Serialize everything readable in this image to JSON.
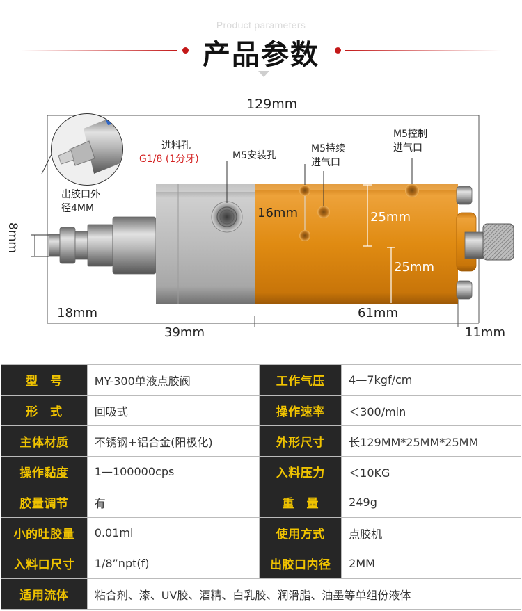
{
  "header": {
    "subtitle": "Product parameters",
    "title": "产品参数"
  },
  "diagram": {
    "dims": {
      "total_length": "129mm",
      "height_8": "8mm",
      "d_16": "16mm",
      "d_25_top": "25mm",
      "d_25_bottom": "25mm",
      "d_18": "18mm",
      "d_61": "61mm",
      "d_39": "39mm",
      "d_11": "11mm"
    },
    "labels": {
      "inlet_hole": "进料孔",
      "inlet_thread": "G1/8 (1分牙)",
      "mount_hole": "M5安装孔",
      "continuous_air_1": "M5持续",
      "continuous_air_2": "进气口",
      "control_air_1": "M5控制",
      "control_air_2": "进气口",
      "outlet_1": "出胶口外",
      "outlet_2": "径4MM"
    },
    "colors": {
      "steel": "#b9b9b9",
      "anodized": "#e08b12"
    }
  },
  "specs": {
    "rows": [
      {
        "l1": "型　号",
        "v1": "MY-300单液点胶阀",
        "l2": "工作气压",
        "v2": "4—7kgf/cm"
      },
      {
        "l1": "形　式",
        "v1": "回吸式",
        "l2": "操作速率",
        "v2": "＜300/min"
      },
      {
        "l1": "主体材质",
        "v1": "不锈钢+铝合金(阳极化)",
        "l2": "外形尺寸",
        "v2": "长129MM*25MM*25MM"
      },
      {
        "l1": "操作黏度",
        "v1": "1—100000cps",
        "l2": "入料压力",
        "v2": "＜10KG"
      },
      {
        "l1": "胶量调节",
        "v1": "有",
        "l2": "重　量",
        "v2": "249g"
      },
      {
        "l1": "小的吐胶量",
        "v1": "0.01ml",
        "l2": "使用方式",
        "v2": "点胶机"
      },
      {
        "l1": "入料口尺寸",
        "v1": "1/8”npt(f)",
        "l2": "出胶口内径",
        "v2": "2MM"
      }
    ],
    "last": {
      "l": "适用流体",
      "v": "粘合剂、漆、UV胶、酒精、白乳胶、润滑脂、油墨等单组份液体"
    }
  }
}
